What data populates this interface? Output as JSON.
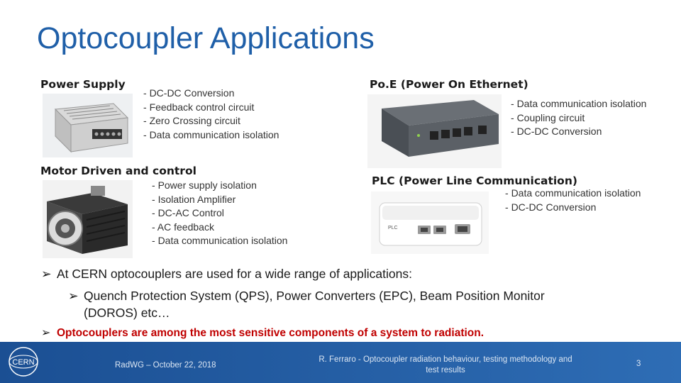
{
  "slide": {
    "title": "Optocoupler Applications"
  },
  "sections": {
    "power_supply": {
      "heading": "Power Supply",
      "items": [
        "DC-DC Conversion",
        "Feedback control circuit",
        "Zero Crossing circuit",
        "Data communication isolation"
      ]
    },
    "poe": {
      "heading": "Po.E (Power On Ethernet)",
      "items": [
        "Data communication isolation",
        "Coupling circuit",
        "DC-DC Conversion"
      ]
    },
    "motor": {
      "heading": "Motor Driven and control",
      "items": [
        "Power supply isolation",
        "Isolation Amplifier",
        "DC-AC Control",
        "AC feedback",
        "Data communication isolation"
      ]
    },
    "plc": {
      "heading": "PLC (Power Line Communication)",
      "items": [
        "Data communication isolation",
        "DC-DC Conversion"
      ],
      "device_label": "PLC"
    }
  },
  "bottom": {
    "bullet1": "At CERN optocouplers are used for a wide range of applications:",
    "bullet1_sub_line1": "Quench Protection System (QPS), Power Converters (EPC), Beam Position Monitor",
    "bullet1_sub_line2": "(DOROS) etc…",
    "bullet2": "Optocouplers are among the most sensitive components of a system to radiation."
  },
  "footer": {
    "logo_text": "CERN",
    "left_text": "RadWG – October 22, 2018",
    "center_line1": "R. Ferraro - Optocoupler radiation behaviour, testing methodology and",
    "center_line2": "test results",
    "page_number": "3"
  },
  "colors": {
    "title": "#1f5fa8",
    "highlight": "#c00000",
    "footer_bg": "#1b4f93"
  }
}
